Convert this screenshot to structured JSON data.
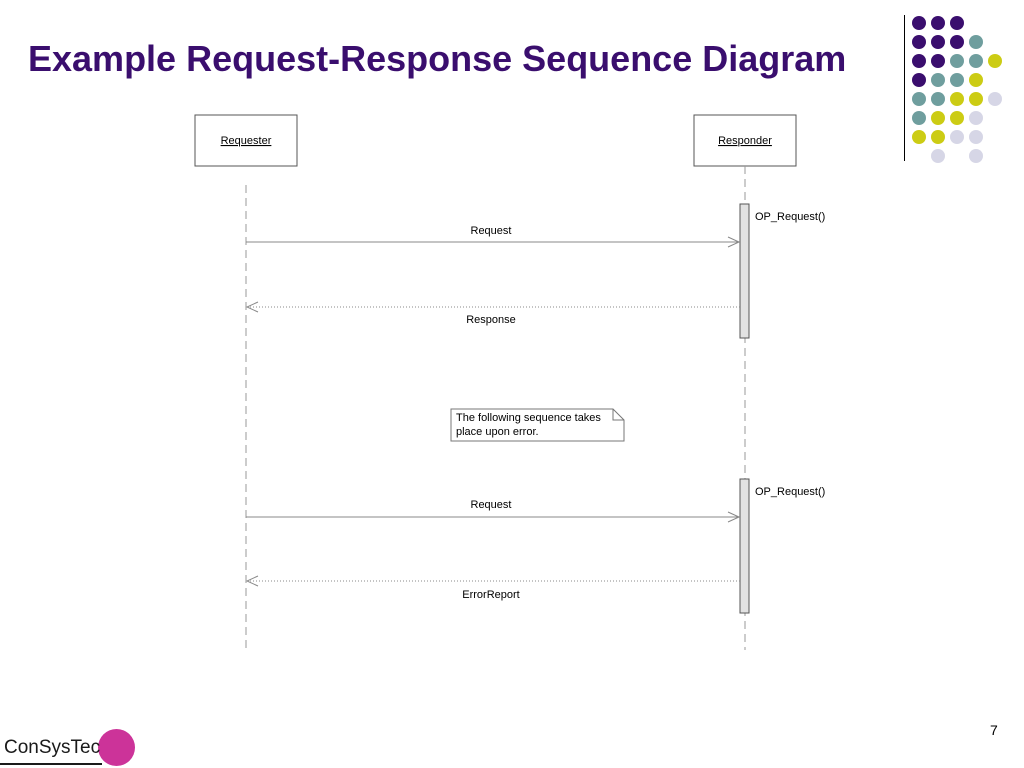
{
  "slide": {
    "title": "Example Request-Response Sequence Diagram",
    "page_number": "7"
  },
  "logo": {
    "text": "ConSysTec"
  },
  "palette": {
    "purple": "#3a0e6e",
    "teal": "#6f9e9e",
    "yellow": "#cccc14",
    "lavender": "#d6d6e6",
    "magenta": "#cc3399"
  },
  "decoration": {
    "dot_rows": [
      [
        "purple",
        "purple",
        "purple",
        null
      ],
      [
        "purple",
        "purple",
        "purple",
        "teal"
      ],
      [
        "purple",
        "purple",
        "teal",
        "teal",
        "yellow"
      ],
      [
        "purple",
        "teal",
        "teal",
        "yellow"
      ],
      [
        "teal",
        "teal",
        "yellow",
        "yellow",
        "lavender"
      ],
      [
        "teal",
        "yellow",
        "yellow",
        "lavender"
      ],
      [
        "yellow",
        "yellow",
        "lavender",
        "lavender"
      ],
      [
        null,
        "lavender",
        null,
        "lavender"
      ]
    ]
  },
  "diagram": {
    "participants": [
      {
        "id": "requester",
        "label": "Requester"
      },
      {
        "id": "responder",
        "label": "Responder"
      }
    ],
    "activations": [
      {
        "participant": "responder",
        "label": "OP_Request()"
      },
      {
        "participant": "responder",
        "label": "OP_Request()"
      }
    ],
    "messages": [
      {
        "from": "requester",
        "to": "responder",
        "label": "Request",
        "style": "solid"
      },
      {
        "from": "responder",
        "to": "requester",
        "label": "Response",
        "style": "dotted"
      },
      {
        "from": "requester",
        "to": "responder",
        "label": "Request",
        "style": "solid"
      },
      {
        "from": "responder",
        "to": "requester",
        "label": "ErrorReport",
        "style": "dotted"
      }
    ],
    "note": {
      "lines": [
        "The following sequence takes",
        "place upon error."
      ]
    }
  }
}
